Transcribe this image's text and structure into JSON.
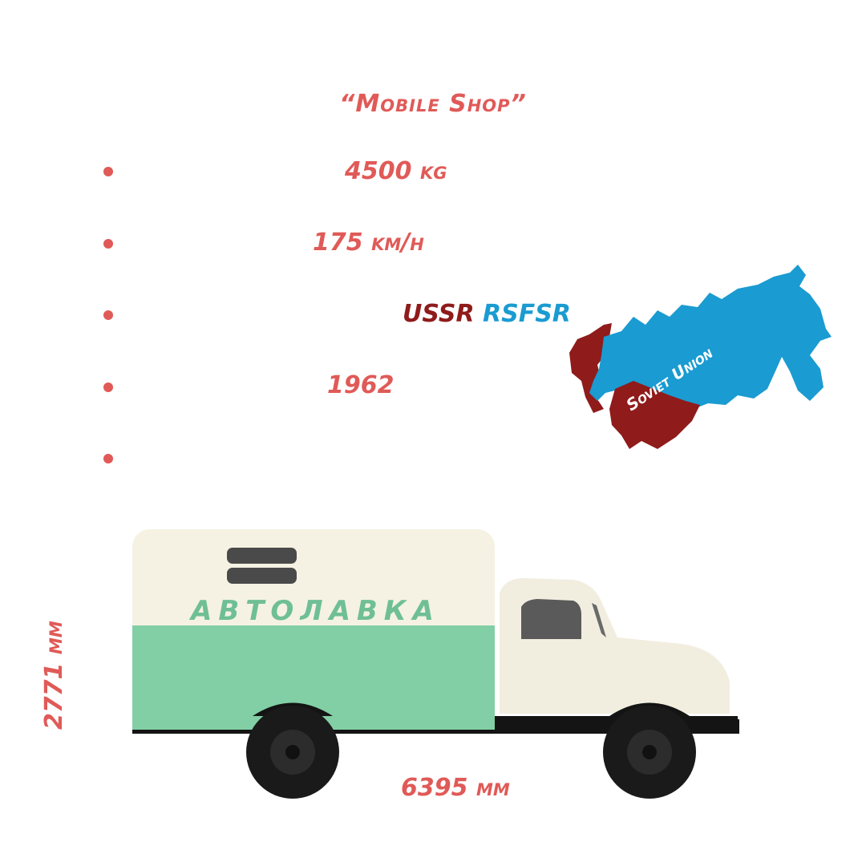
{
  "title": "“Mobile Shop”",
  "specs": {
    "weight": "4500 kg",
    "speed": "175 km/h",
    "country_ussr": "USSR",
    "country_rsfsr": "RSFSR",
    "year": "1962"
  },
  "map": {
    "label": "Soviet Union",
    "colors": {
      "rsfsr": "#1a9bd1",
      "other_republics": "#8f1b1b"
    }
  },
  "truck": {
    "box_label": "АВТОЛАВКА",
    "colors": {
      "box_top": "#f5f2e3",
      "box_bottom": "#82cfa5",
      "label": "#6fbf95",
      "cab": "#f1eee0"
    }
  },
  "dimensions": {
    "height": "2771 mm",
    "length": "6395 mm"
  },
  "accent_color": "#e05a57"
}
